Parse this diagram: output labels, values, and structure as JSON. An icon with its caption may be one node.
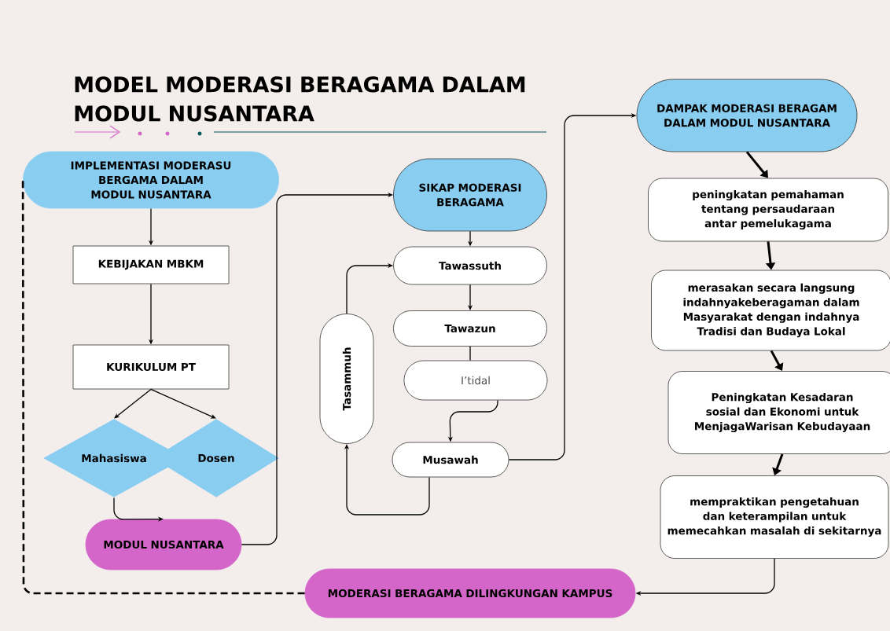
{
  "diagram": {
    "title": "MODEL MODERASI BERAGAMA DALAM MODUL NUSANTARA",
    "nodes": [
      {
        "text": [
          "IMPLEMENTASI MODERASU BERGAMA DALAM MODUL NUSANTARA"
        ]
      },
      {
        "text": [
          "KEBIJAKAN MBKM"
        ]
      },
      {
        "text": [
          "KURIKULUM PT"
        ]
      },
      {
        "text": [
          "Mahasiswa"
        ]
      },
      {
        "text": [
          "Dosen"
        ]
      },
      {
        "text": [
          "MODUL NUSANTARA"
        ]
      },
      {
        "text": [
          "SIKAP MODERASI BERAGAMA"
        ]
      },
      {
        "text": [
          "Tawassuth"
        ]
      },
      {
        "text": [
          "Tawazun"
        ]
      },
      {
        "text": [
          "I’tidal"
        ]
      },
      {
        "text": [
          "Musawah"
        ]
      },
      {
        "text": [
          "Tasammuh"
        ]
      },
      {
        "text": [
          "DAMPAK MODERASI BERAGAM DALAM MODUL NUSANTARA"
        ]
      },
      {
        "text": [
          "peningkatan pemahaman tentang persaudaraan antar pemelukagama"
        ]
      },
      {
        "text": [
          "merasakan secara langsung indahnyakeberagaman dalam Masyarakat dengan indahnya Tradisi dan Budaya Lokal"
        ]
      },
      {
        "text": [
          "Peningkatan Kesadaran sosial dan Ekonomi untuk MenjagaWarisan Kebudayaan"
        ]
      },
      {
        "text": [
          "mempraktikan pengetahuan dan keterampilan untuk memecahkan masalah di sekitarnya"
        ]
      },
      {
        "text": [
          "MODERASI BERAGAMA DILINGKUNGAN KAMPUS"
        ]
      }
    ],
    "edges": [
      {
        "from": 0,
        "to": 1,
        "arrow": "to"
      },
      {
        "from": 1,
        "to": 2,
        "arrow": "to"
      },
      {
        "from": 2,
        "to": 3,
        "arrow": "to"
      },
      {
        "from": 2,
        "to": 4,
        "arrow": "to"
      },
      {
        "from": 3,
        "to": 5,
        "arrow": "to"
      },
      {
        "from": 5,
        "to": 6,
        "arrow": "to"
      },
      {
        "from": 6,
        "to": 7,
        "arrow": "to"
      },
      {
        "from": 7,
        "to": 8,
        "arrow": "to"
      },
      {
        "from": 8,
        "to": 9,
        "arrow": "none"
      },
      {
        "from": 9,
        "to": 10,
        "arrow": "to"
      },
      {
        "from": 10,
        "to": 11,
        "arrow": "to"
      },
      {
        "from": 11,
        "to": 7,
        "arrow": "to"
      },
      {
        "from": 10,
        "to": 12,
        "arrow": "to"
      },
      {
        "from": 12,
        "to": 13,
        "arrow": "to",
        "style": "thick"
      },
      {
        "from": 13,
        "to": 14,
        "arrow": "to",
        "style": "thick"
      },
      {
        "from": 14,
        "to": 15,
        "arrow": "to",
        "style": "thick"
      },
      {
        "from": 15,
        "to": 16,
        "arrow": "to",
        "style": "thick"
      },
      {
        "from": 16,
        "to": 17,
        "arrow": "to"
      },
      {
        "from": 17,
        "to": 0,
        "arrow": "none",
        "style": "dashed"
      }
    ]
  }
}
